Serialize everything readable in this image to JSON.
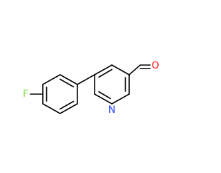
{
  "atoms": {
    "fluorine": {
      "label": "F",
      "color": "#90e050"
    },
    "nitrogen": {
      "label": "N",
      "color": "#3050f8"
    },
    "oxygen": {
      "label": "O",
      "color": "#ff0d0d"
    }
  },
  "colors": {
    "bond": "#000000",
    "background": "#ffffff"
  }
}
